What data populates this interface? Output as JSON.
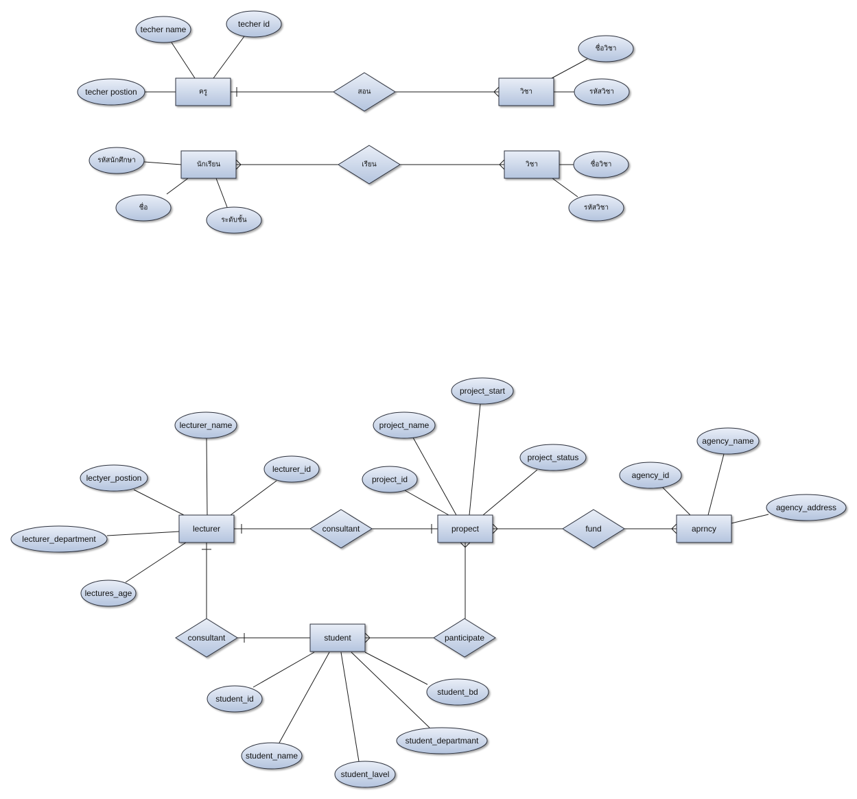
{
  "diagrams": [
    {
      "entities": [
        {
          "id": "e_teacher",
          "label": "ครู"
        },
        {
          "id": "e_subject1",
          "label": "วิชา"
        }
      ],
      "relationships": [
        {
          "id": "r_teach",
          "label": "สอน"
        }
      ],
      "attributes": [
        {
          "id": "a_tname",
          "label": "techer name"
        },
        {
          "id": "a_tid",
          "label": "techer id"
        },
        {
          "id": "a_tpos",
          "label": "techer postion"
        },
        {
          "id": "a_s1name",
          "label": "ชื่อวิชา"
        },
        {
          "id": "a_s1code",
          "label": "รหัสวิชา"
        }
      ]
    },
    {
      "entities": [
        {
          "id": "e_student_th",
          "label": "นักเรียน"
        },
        {
          "id": "e_subject2",
          "label": "วิชา"
        }
      ],
      "relationships": [
        {
          "id": "r_study",
          "label": "เรียน"
        }
      ],
      "attributes": [
        {
          "id": "a_stid",
          "label": "รหัสนักศึกษา"
        },
        {
          "id": "a_stname",
          "label": "ชื่อ"
        },
        {
          "id": "a_stlevel",
          "label": "ระดับชั้น"
        },
        {
          "id": "a_s2name",
          "label": "ชื่อวิชา"
        },
        {
          "id": "a_s2code",
          "label": "รหัสวิชา"
        }
      ]
    },
    {
      "entities": [
        {
          "id": "e_lecturer",
          "label": "lecturer"
        },
        {
          "id": "e_project",
          "label": "propect"
        },
        {
          "id": "e_agency",
          "label": "aprncy"
        },
        {
          "id": "e_student",
          "label": "student"
        }
      ],
      "relationships": [
        {
          "id": "r_consult1",
          "label": "consultant"
        },
        {
          "id": "r_fund",
          "label": "fund"
        },
        {
          "id": "r_consult2",
          "label": "consultant"
        },
        {
          "id": "r_participate",
          "label": "panticipate"
        }
      ],
      "attributes": [
        {
          "id": "a_lname",
          "label": "lecturer_name"
        },
        {
          "id": "a_lid",
          "label": "lecturer_id"
        },
        {
          "id": "a_lpos",
          "label": "lectyer_postion"
        },
        {
          "id": "a_ldept",
          "label": "lecturer_department"
        },
        {
          "id": "a_lage",
          "label": "lectures_age"
        },
        {
          "id": "a_pstart",
          "label": "project_start"
        },
        {
          "id": "a_pname",
          "label": "project_name"
        },
        {
          "id": "a_pstatus",
          "label": "project_status"
        },
        {
          "id": "a_pid",
          "label": "project_id"
        },
        {
          "id": "a_agname",
          "label": "agency_name"
        },
        {
          "id": "a_agid",
          "label": "agency_id"
        },
        {
          "id": "a_agaddr",
          "label": "agency_address"
        },
        {
          "id": "a_sid",
          "label": "student_id"
        },
        {
          "id": "a_sname",
          "label": "student_name"
        },
        {
          "id": "a_slavel",
          "label": "student_lavel"
        },
        {
          "id": "a_sbd",
          "label": "student_bd"
        },
        {
          "id": "a_sdept",
          "label": "student_departmant"
        }
      ]
    }
  ],
  "colors": {
    "shape_fill_light": "#e9eef7",
    "shape_fill_dark": "#b4c4de",
    "shape_stroke": "#2a2f3a",
    "line": "#1a1a1a"
  }
}
